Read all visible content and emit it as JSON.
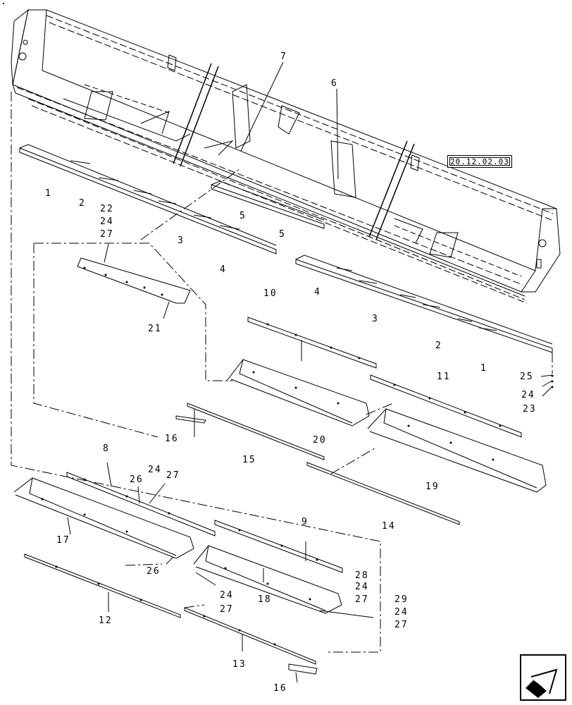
{
  "reference": {
    "label": "20.12.02.03"
  },
  "callouts": [
    {
      "id": "c1a",
      "text": "1"
    },
    {
      "id": "c2a",
      "text": "2"
    },
    {
      "id": "c3a",
      "text": "3"
    },
    {
      "id": "c4a",
      "text": "4"
    },
    {
      "id": "c5a",
      "text": "5"
    },
    {
      "id": "c5b",
      "text": "5"
    },
    {
      "id": "c6",
      "text": "6"
    },
    {
      "id": "c7",
      "text": "7"
    },
    {
      "id": "c22a",
      "text": "22"
    },
    {
      "id": "c24a",
      "text": "24"
    },
    {
      "id": "c27a",
      "text": "27"
    },
    {
      "id": "c21",
      "text": "21"
    },
    {
      "id": "c4b",
      "text": "4"
    },
    {
      "id": "c3b",
      "text": "3"
    },
    {
      "id": "c2b",
      "text": "2"
    },
    {
      "id": "c1b",
      "text": "1"
    },
    {
      "id": "c10",
      "text": "10"
    },
    {
      "id": "c11",
      "text": "11"
    },
    {
      "id": "c25",
      "text": "25"
    },
    {
      "id": "c24b",
      "text": "24"
    },
    {
      "id": "c23",
      "text": "23"
    },
    {
      "id": "c20",
      "text": "20"
    },
    {
      "id": "c16a",
      "text": "16"
    },
    {
      "id": "c15",
      "text": "15"
    },
    {
      "id": "c19",
      "text": "19"
    },
    {
      "id": "c14",
      "text": "14"
    },
    {
      "id": "c8",
      "text": "8"
    },
    {
      "id": "c24c",
      "text": "24"
    },
    {
      "id": "c26a",
      "text": "26"
    },
    {
      "id": "c27b",
      "text": "27"
    },
    {
      "id": "c17",
      "text": "17"
    },
    {
      "id": "c9",
      "text": "9"
    },
    {
      "id": "c26b",
      "text": "26"
    },
    {
      "id": "c28",
      "text": "28"
    },
    {
      "id": "c24d",
      "text": "24"
    },
    {
      "id": "c27c",
      "text": "27"
    },
    {
      "id": "c24e",
      "text": "24"
    },
    {
      "id": "c27d",
      "text": "27"
    },
    {
      "id": "c29",
      "text": "29"
    },
    {
      "id": "c24f",
      "text": "24"
    },
    {
      "id": "c27e",
      "text": "27"
    },
    {
      "id": "c18",
      "text": "18"
    },
    {
      "id": "c12",
      "text": "12"
    },
    {
      "id": "c13",
      "text": "13"
    },
    {
      "id": "c16b",
      "text": "16"
    }
  ],
  "nav": {
    "icon": "next-page-arrow-icon"
  }
}
